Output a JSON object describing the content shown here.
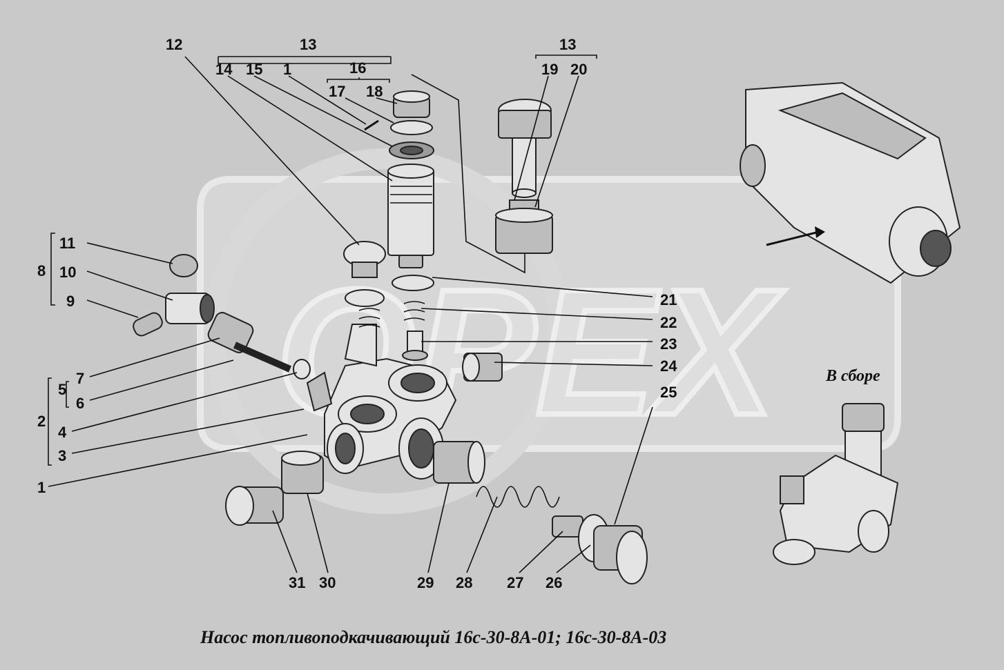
{
  "title": "Насос топливоподкачивающий 16с-30-8А-01; 16с-30-8А-03",
  "assembled_label": "В сборе",
  "watermark": "OPEX",
  "callouts": [
    {
      "id": "c12",
      "text": "12"
    },
    {
      "id": "c13a",
      "text": "13"
    },
    {
      "id": "c14",
      "text": "14"
    },
    {
      "id": "c15",
      "text": "15"
    },
    {
      "id": "c1a",
      "text": "1"
    },
    {
      "id": "c16",
      "text": "16"
    },
    {
      "id": "c17",
      "text": "17"
    },
    {
      "id": "c18",
      "text": "18"
    },
    {
      "id": "c13b",
      "text": "13"
    },
    {
      "id": "c19",
      "text": "19"
    },
    {
      "id": "c20",
      "text": "20"
    },
    {
      "id": "c11",
      "text": "11"
    },
    {
      "id": "c8",
      "text": "8"
    },
    {
      "id": "c10",
      "text": "10"
    },
    {
      "id": "c9",
      "text": "9"
    },
    {
      "id": "c21",
      "text": "21"
    },
    {
      "id": "c22",
      "text": "22"
    },
    {
      "id": "c23",
      "text": "23"
    },
    {
      "id": "c24",
      "text": "24"
    },
    {
      "id": "c25",
      "text": "25"
    },
    {
      "id": "c7",
      "text": "7"
    },
    {
      "id": "c5",
      "text": "5"
    },
    {
      "id": "c6",
      "text": "6"
    },
    {
      "id": "c2",
      "text": "2"
    },
    {
      "id": "c4",
      "text": "4"
    },
    {
      "id": "c3",
      "text": "3"
    },
    {
      "id": "c1b",
      "text": "1"
    },
    {
      "id": "c31",
      "text": "31"
    },
    {
      "id": "c30",
      "text": "30"
    },
    {
      "id": "c29",
      "text": "29"
    },
    {
      "id": "c28",
      "text": "28"
    },
    {
      "id": "c27",
      "text": "27"
    },
    {
      "id": "c26",
      "text": "26"
    }
  ],
  "colors": {
    "background": "#c9c9c9",
    "ink": "#111111",
    "watermark": "#dcdcdc"
  }
}
